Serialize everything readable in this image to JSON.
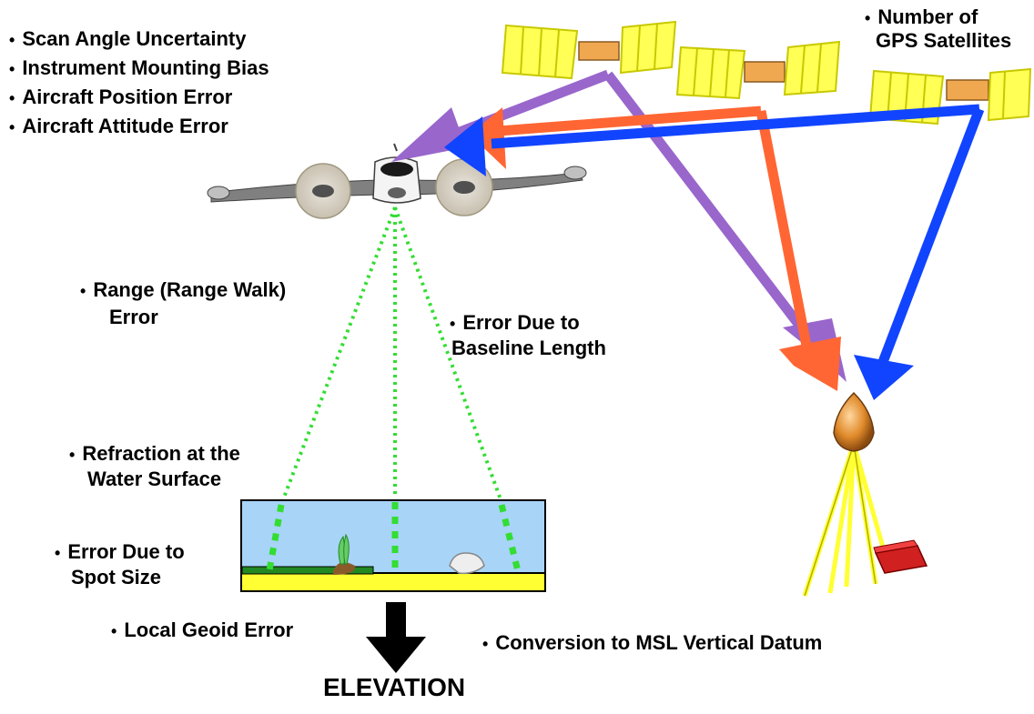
{
  "error_sources_top": [
    "Scan Angle Uncertainty",
    "Instrument Mounting Bias",
    "Aircraft Position Error",
    "Aircraft Attitude Error"
  ],
  "gps_label_line1": "Number of",
  "gps_label_line2": "GPS Satellites",
  "range_label_line1": "Range (Range Walk)",
  "range_label_line2": "Error",
  "baseline_label_line1": "Error Due to",
  "baseline_label_line2": "Baseline Length",
  "refraction_label_line1": "Refraction at the",
  "refraction_label_line2": "Water Surface",
  "spot_label_line1": "Error Due to",
  "spot_label_line2": "Spot Size",
  "geoid_label": "Local Geoid Error",
  "msl_label": "Conversion to MSL Vertical Datum",
  "elevation_label": "ELEVATION",
  "colors": {
    "purple_arrow": "#9966cc",
    "orange_arrow": "#ff6633",
    "blue_arrow": "#1144ff",
    "laser": "#33dd33",
    "water": "#a8d4f8",
    "ground": "#ffff33",
    "panel": "#ffff55"
  }
}
